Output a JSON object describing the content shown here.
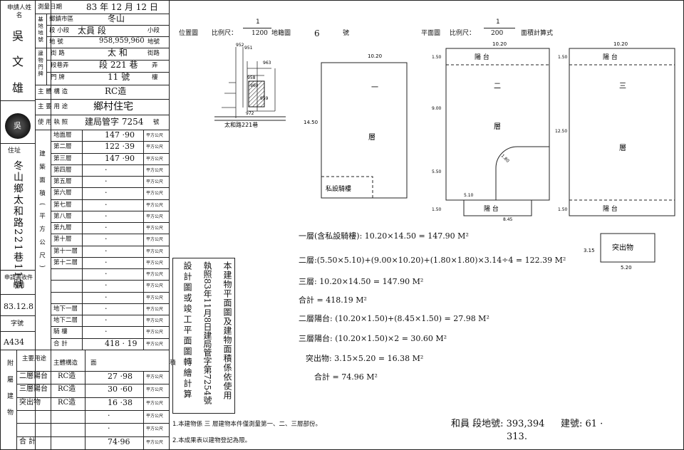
{
  "applicant": {
    "name_label": "申請人姓名",
    "name_chars": [
      "吳",
      "文",
      "雄"
    ],
    "seal_char": "吳",
    "address_label": "住址",
    "address_value": "冬山鄉太和路221巷11號",
    "apply_date_label": "申請書收件日期",
    "apply_date_value": "83.12.8",
    "doc_no_label": "字號",
    "doc_no_value": "A434"
  },
  "survey": {
    "date_label": "測量日期",
    "date_value": "83 年 12 月 12 日",
    "township_label": "鄉鎮市區",
    "township_value": "冬山",
    "base_label": "基地地號",
    "section_label": "段 小段",
    "section_value": "太員 段",
    "section_suffix": "小段",
    "lot_label": "地 號",
    "lot_value": "958,959,960",
    "lot_suffix": "地號",
    "door_label": "建物門牌",
    "street_label": "街 路",
    "street_value": "太 和",
    "street_suffix": "街路",
    "lane_label": "段巷弄",
    "lane_value": "段 221 巷",
    "lane_suffix": "弄",
    "no_label": "門 牌",
    "no_value": "11 號",
    "no_suffix": "樓",
    "structure_label": "主 體 構 造",
    "structure_value": "RC造",
    "use_label": "主 要 用 途",
    "use_value": "鄉村住宅",
    "license_label": "使 用 執 照",
    "license_value": "建局管字 7254",
    "license_suffix": "號"
  },
  "floors": {
    "section_label": "建築面積(平方公尺)",
    "unit": "平方公尺",
    "rows": [
      {
        "label": "地面層",
        "value": "147 ·90"
      },
      {
        "label": "第二層",
        "value": "122 ·39"
      },
      {
        "label": "第三層",
        "value": "147 ·90"
      },
      {
        "label": "第四層",
        "value": "·"
      },
      {
        "label": "第五層",
        "value": "·"
      },
      {
        "label": "第六層",
        "value": "·"
      },
      {
        "label": "第七層",
        "value": "·"
      },
      {
        "label": "第八層",
        "value": "·"
      },
      {
        "label": "第九層",
        "value": "·"
      },
      {
        "label": "第十層",
        "value": "·"
      },
      {
        "label": "第十一層",
        "value": "·"
      },
      {
        "label": "第十二層",
        "value": "·"
      },
      {
        "label": "",
        "value": "·"
      },
      {
        "label": "",
        "value": "·"
      },
      {
        "label": "",
        "value": "·"
      },
      {
        "label": "地下一層",
        "value": "·"
      },
      {
        "label": "地下二層",
        "value": "·"
      },
      {
        "label": "騎 樓",
        "value": "·"
      },
      {
        "label": "合 計",
        "value": "418 · 19"
      }
    ]
  },
  "annex": {
    "section_label": "附屬建物",
    "use_header": "主要用途",
    "struct_header": "主體構造",
    "area_header": "面 積",
    "unit": "平方公尺",
    "rows": [
      {
        "use": "二層陽台",
        "struct": "RC造",
        "value": "27 ·98"
      },
      {
        "use": "三層陽台",
        "struct": "RC造",
        "value": "30 ·60"
      },
      {
        "use": "突出物",
        "struct": "RC造",
        "value": "16 ·38"
      },
      {
        "use": "",
        "struct": "",
        "value": "·"
      },
      {
        "use": "",
        "struct": "",
        "value": "·"
      },
      {
        "use": "合 計",
        "struct": "",
        "value": "74·96"
      }
    ]
  },
  "statement": {
    "col1": "本建物平面圖及建物面積係依使用",
    "col2": "執照83年11月8日建局管字第7254號",
    "col3": "設計圖或竣工平面圖轉繪計算"
  },
  "location_plan": {
    "title": "位置圖",
    "scale_label": "比例尺：",
    "scale_num": "1",
    "scale_den": "1200",
    "sheet_label": "地籍圖",
    "sheet_no": "6",
    "sheet_suffix": "號",
    "lots": [
      "952",
      "951",
      "958",
      "960",
      "959",
      "963",
      "972"
    ],
    "road": "太和路221巷"
  },
  "floor_plan": {
    "title": "平面圖",
    "scale_label": "比例尺：",
    "scale_num": "1",
    "scale_den": "200",
    "calc_label": "面積計算式",
    "plan1": {
      "dim_w": "10.20",
      "dim_h": "14.50",
      "label_top": "一",
      "label_bot": "層",
      "arcade": "私設騎樓"
    },
    "plan2": {
      "dim_w": "10.20",
      "d1": "1.50",
      "d2": "9.00",
      "d3": "5.50",
      "d4": "1.50",
      "d5": "5.10",
      "d6": "8.45",
      "r": "1.80",
      "label_top": "二",
      "label_bot": "層",
      "balc": "陽 台"
    },
    "plan3": {
      "dim_w": "10.20",
      "d1": "1.50",
      "d2": "12.50",
      "d3": "1.50",
      "label_top": "三",
      "label_bot": "層",
      "balc": "陽 台"
    },
    "proj": {
      "label": "突出物",
      "w": "5.20",
      "h": "3.15"
    }
  },
  "formulas": [
    "一層(含私設騎樓): 10.20×14.50 = 147.90 M²",
    "二層:(5.50×5.10)+(9.00×10.20)+(1.80×1.80)×3.14÷4 = 122.39 M²",
    "三層: 10.20×14.50 = 147.90 M²",
    "合計 = 418.19 M²",
    "二層陽台: (10.20×1.50)+(8.45×1.50) = 27.98 M²",
    "三層陽台: (10.20×1.50)×2 = 30.60 M²",
    "突出物: 3.15×5.20 = 16.38 M²",
    "合計 = 74.96 M²"
  ],
  "notes": {
    "n1": "1.本建物係 三 層建物本件僅測量第一、二、三層部份。",
    "n2": "2.本成果表以建物登記為限。"
  },
  "footer": {
    "section": "和員 段地號: 393,394",
    "section2": "313.",
    "build_no": "建號: 61 ·"
  }
}
